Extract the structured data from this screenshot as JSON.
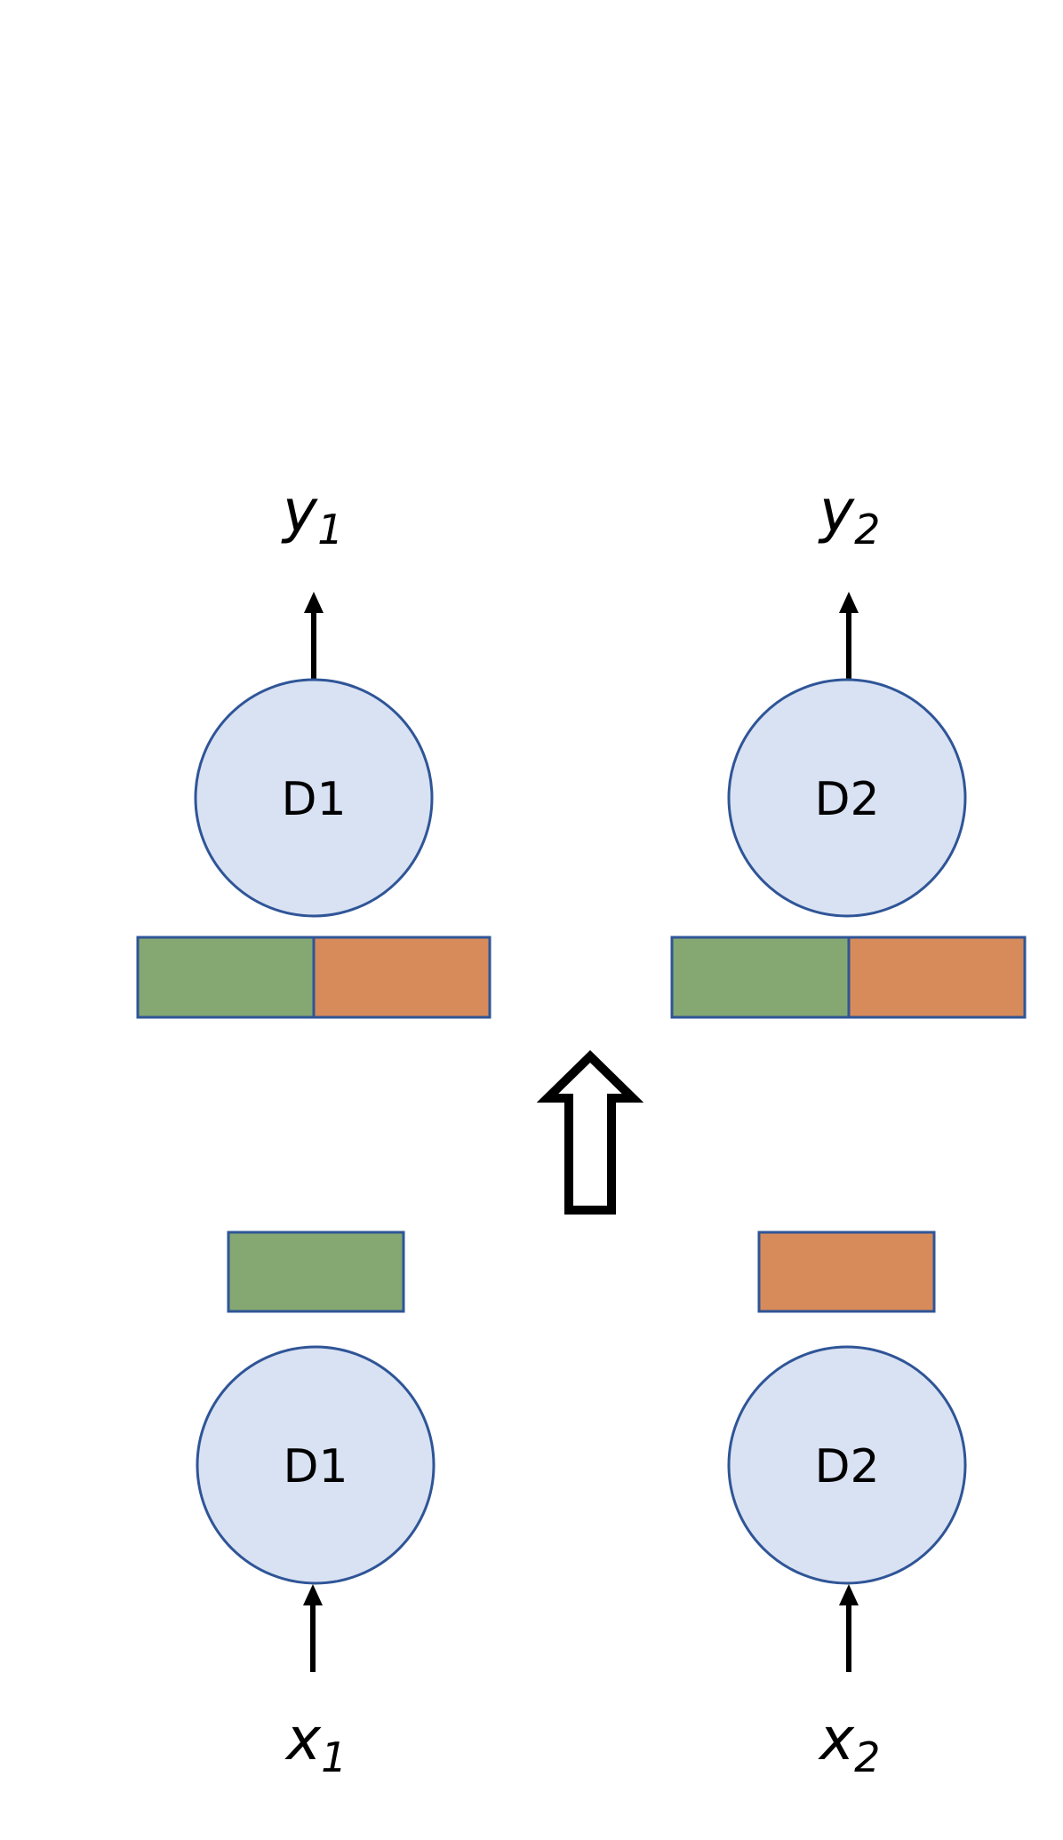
{
  "colors": {
    "node_fill": "#d9e2f3",
    "node_stroke": "#2f5597",
    "green_block": "#85a872",
    "orange_block": "#d78b5a"
  },
  "top": {
    "node1": {
      "label": "D1"
    },
    "node2": {
      "label": "D2"
    },
    "output1": {
      "base": "y",
      "sub": "1"
    },
    "output2": {
      "base": "y",
      "sub": "2"
    }
  },
  "bottom": {
    "node1": {
      "label": "D1"
    },
    "node2": {
      "label": "D2"
    },
    "input1": {
      "base": "x",
      "sub": "1"
    },
    "input2": {
      "base": "x",
      "sub": "2"
    }
  },
  "transition_icon": "hollow-up-arrow"
}
